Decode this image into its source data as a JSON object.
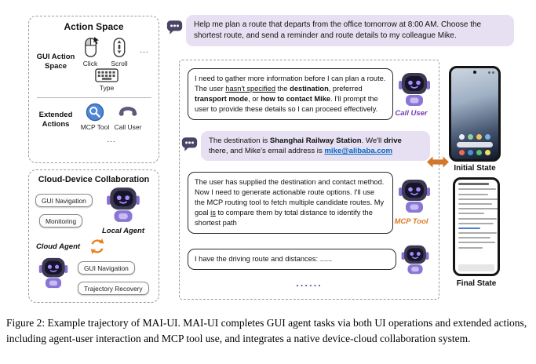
{
  "panel_action_space": {
    "title": "Action Space",
    "gui_group_label": "GUI Action Space",
    "click_label": "Click",
    "scroll_label": "Scroll",
    "type_label": "Type",
    "gui_ellipsis": "...",
    "extended_group_label": "Extended Actions",
    "mcp_label": "MCP Tool",
    "call_label": "Call User",
    "extended_ellipsis": "..."
  },
  "panel_collaboration": {
    "title": "Cloud-Device Collaboration",
    "gui_navigation_local": "GUI Navigation",
    "monitoring": "Monitoring",
    "local_agent_label": "Local Agent",
    "cloud_agent_label": "Cloud Agent",
    "gui_navigation_cloud": "GUI Navigation",
    "trajectory_recovery": "Trajectory Recovery"
  },
  "conversation": {
    "user_message_1": "Help me plan a route that departs from the office tomorrow at 8:00 AM. Choose the shortest route, and send a reminder and route details to my colleague Mike.",
    "agent_thought_1": {
      "s1": "I need to gather more information before I can plan a route. The user ",
      "s2": "hasn't specified",
      "s3": " the ",
      "s4": "destination",
      "s5": ", preferred ",
      "s6": "transport mode",
      "s7": ", or ",
      "s8": "how to contact Mike",
      "s9": ". I'll prompt the user to provide these details so I can proceed effectively."
    },
    "call_user_label": "Call User",
    "user_message_2": {
      "s1": "The destination is ",
      "s2": "Shanghai Railway Station",
      "s3": ". We'll ",
      "s4": "drive",
      "s5": " there, and Mike's email address is ",
      "link": "mike@alibaba.com"
    },
    "agent_thought_2": {
      "s1": "The user has supplied the destination and contact method. Now I need to generate actionable route options. I'll use the MCP routing tool to fetch multiple candidate routes. My goal ",
      "s2": "is",
      "s3": " to compare them by total distance to identify the shortest path"
    },
    "mcp_tool_label": "MCP Tool",
    "agent_message_3": "I have the driving route and distances: ......",
    "continuation_dots": "......"
  },
  "devices": {
    "initial_state_label": "Initial State",
    "final_state_label": "Final State"
  },
  "caption": {
    "text": "Figure 2: Example trajectory of MAI-UI. MAI-UI completes GUI agent tasks via both UI operations and extended actions, including agent-user interaction and MCP tool use, and integrates a native device-cloud collaboration system."
  },
  "colors": {
    "user_bubble": "#E6E0F2",
    "call_user_purple": "#7A3BB5",
    "mcp_orange": "#DD7A22",
    "link_blue": "#0563C1",
    "transition_arrow_orange": "#D2782A"
  },
  "icons": {
    "user_message": "chat-bubble-icon",
    "agent": "robot-icon",
    "click": "mouse-click-icon",
    "scroll": "mouse-scroll-icon",
    "type": "keyboard-icon",
    "mcp_tool": "blue-magnifier-badge-icon",
    "call_user": "phone-handset-icon",
    "device_cloud_sync": "orange-sync-arrows-icon",
    "state_transition": "orange-double-arrow-icon"
  }
}
